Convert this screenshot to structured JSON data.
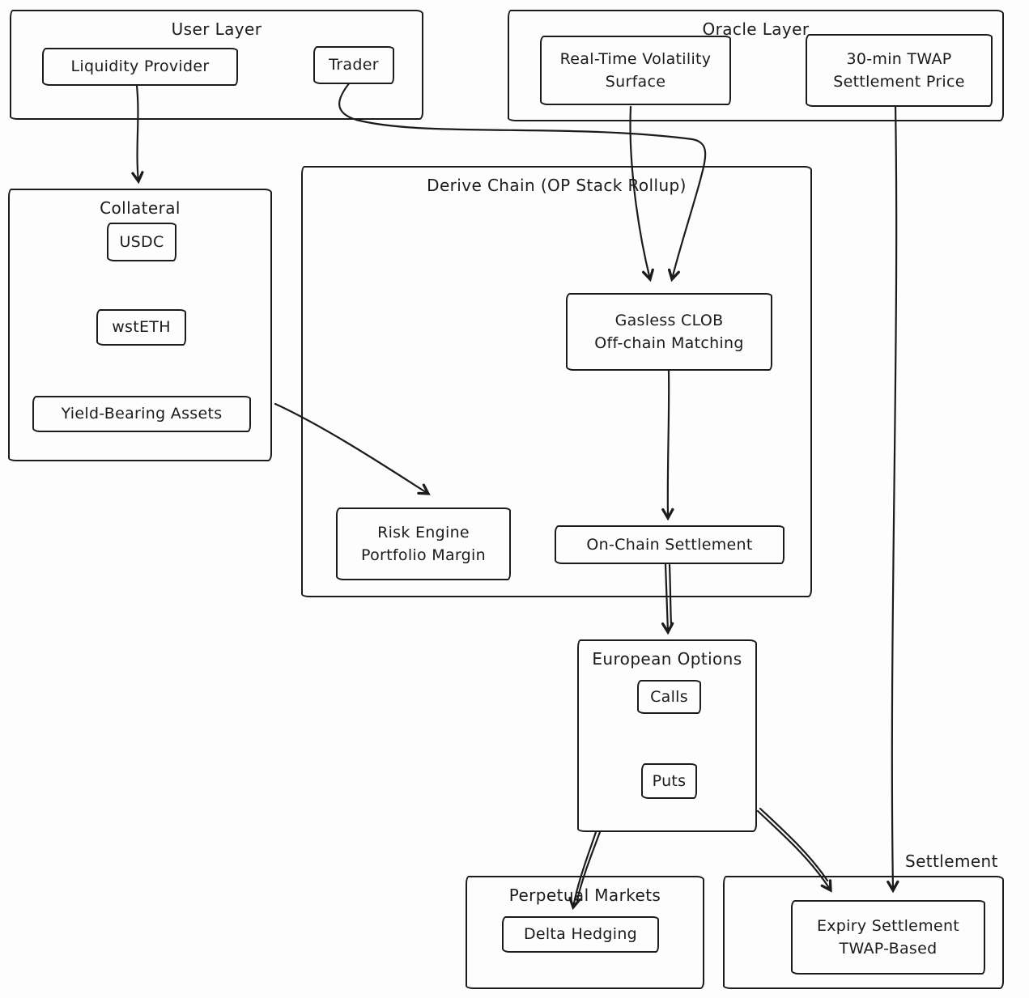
{
  "user_layer": {
    "title": "User Layer",
    "liquidity_provider": "Liquidity Provider",
    "trader": "Trader"
  },
  "oracle_layer": {
    "title": "Oracle Layer",
    "volatility_surface": "Real-Time Volatility\nSurface",
    "twap": "30-min TWAP\nSettlement Price"
  },
  "collateral": {
    "title": "Collateral",
    "usdc": "USDC",
    "wsteth": "wstETH",
    "yield_assets": "Yield-Bearing Assets"
  },
  "derive_chain": {
    "title": "Derive Chain (OP Stack Rollup)",
    "clob": "Gasless CLOB\nOff-chain Matching",
    "risk_engine": "Risk Engine\nPortfolio Margin",
    "on_chain_settlement": "On-Chain Settlement"
  },
  "european_options": {
    "title": "European Options",
    "calls": "Calls",
    "puts": "Puts"
  },
  "perpetual_markets": {
    "title": "Perpetual Markets",
    "delta_hedging": "Delta Hedging"
  },
  "settlement": {
    "label": "Settlement",
    "expiry": "Expiry Settlement\nTWAP-Based"
  },
  "colors": {
    "stroke": "#1b1b1b",
    "background": "#fdfdfd"
  }
}
